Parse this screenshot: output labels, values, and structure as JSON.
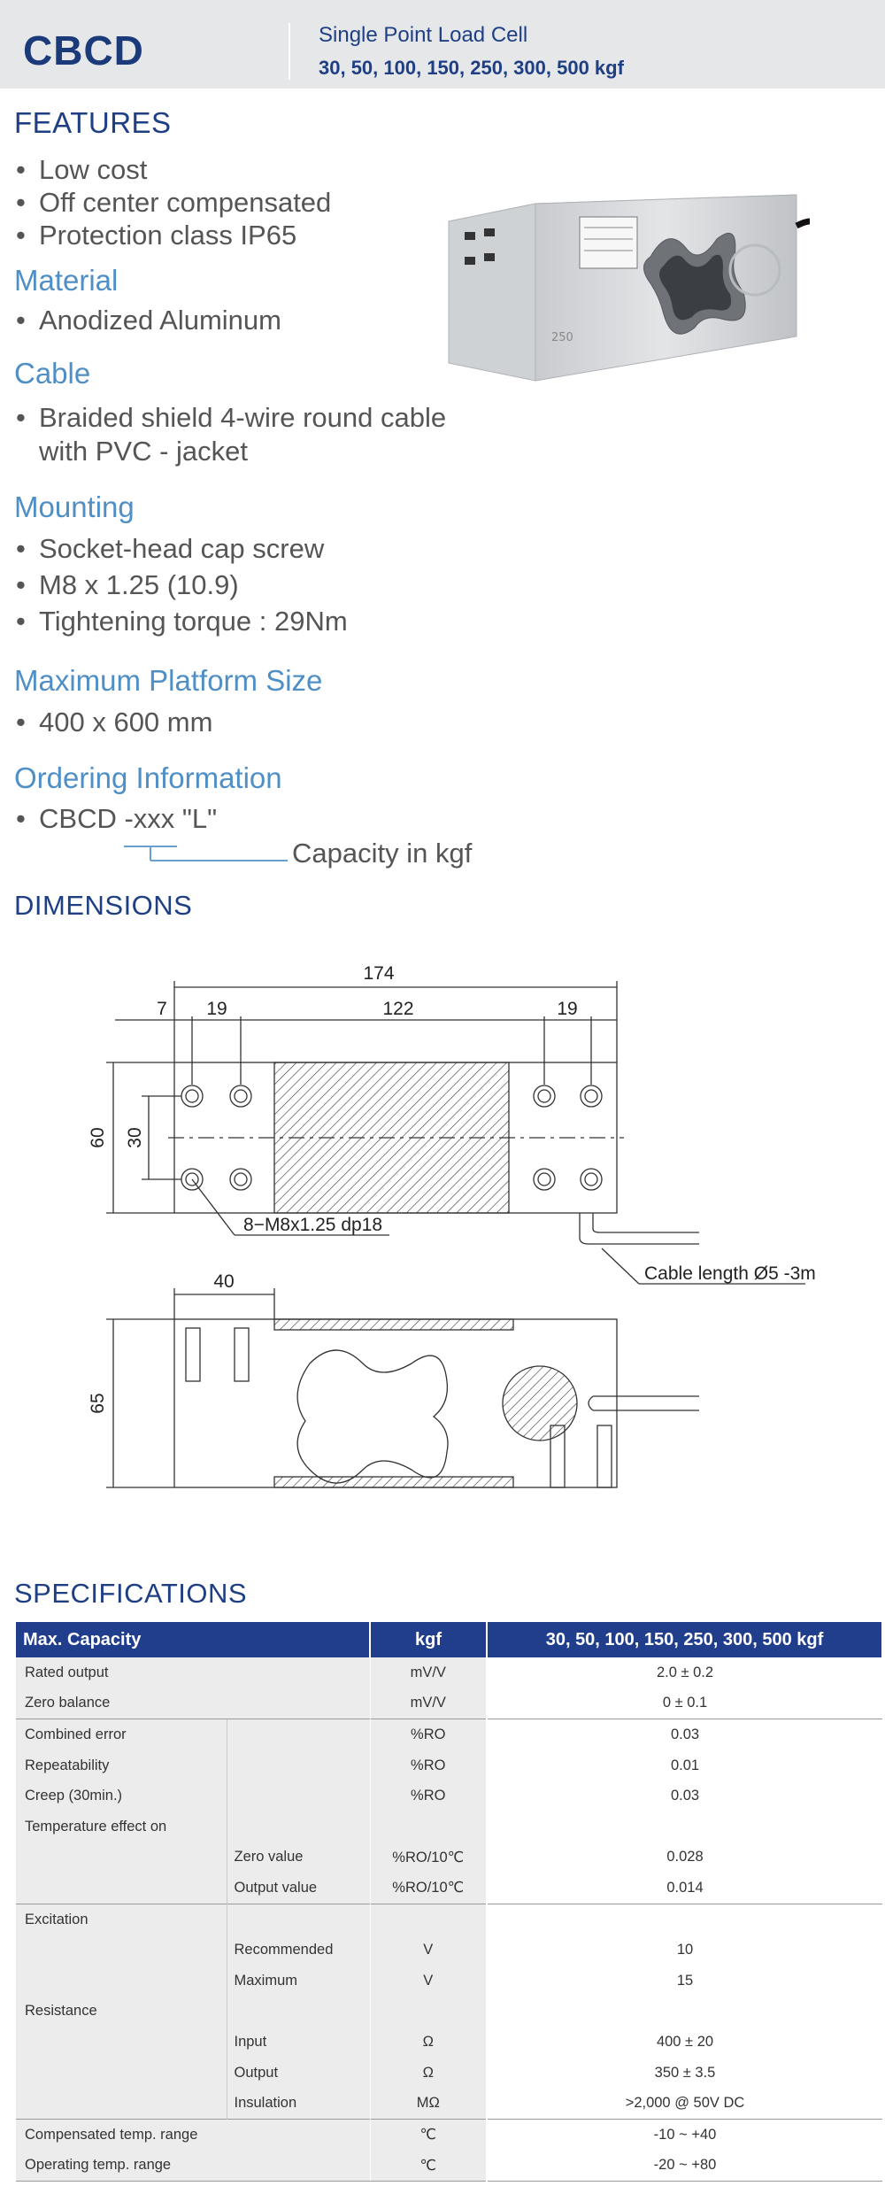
{
  "header": {
    "brand": "CBCD",
    "subtitle": "Single Point Load Cell",
    "capacities": "30, 50, 100, 150, 250, 300, 500 kgf"
  },
  "features": {
    "title": "FEATURES",
    "items": [
      "Low cost",
      "Off center compensated",
      "Protection class IP65"
    ]
  },
  "material": {
    "title": "Material",
    "items": [
      "Anodized Aluminum"
    ]
  },
  "cable": {
    "title": "Cable",
    "line1": "Braided shield 4-wire round cable",
    "line2": "with PVC - jacket"
  },
  "mounting": {
    "title": "Mounting",
    "items": [
      "Socket-head cap screw",
      "M8 x 1.25 (10.9)",
      "Tightening torque : 29Nm"
    ]
  },
  "platform": {
    "title": "Maximum Platform Size",
    "items": [
      "400 x 600 mm"
    ]
  },
  "ordering": {
    "title": "Ordering Information",
    "code": "CBCD -xxx \"L\"",
    "capacity_note": "Capacity in kgf"
  },
  "photo": {
    "plate_text": "250"
  },
  "dimensions": {
    "title": "DIMENSIONS",
    "d174": "174",
    "d7": "7",
    "d19a": "19",
    "d122": "122",
    "d19b": "19",
    "d60": "60",
    "d30": "30",
    "thread": "8−M8x1.25 dp18",
    "cable_note": "Cable length Ø5 -3m",
    "d40": "40",
    "d65": "65"
  },
  "specs": {
    "title": "SPECIFICATIONS",
    "col_capacity": "Max. Capacity",
    "col_unit": "kgf",
    "col_values": "30, 50, 100, 150, 250, 300, 500 kgf",
    "rows": [
      {
        "label": "Rated output",
        "sub": "",
        "unit": "mV/V",
        "value": "2.0 ± 0.2"
      },
      {
        "label": "Zero balance",
        "sub": "",
        "unit": "mV/V",
        "value": "0 ± 0.1"
      },
      {
        "label": "Combined error",
        "sub": "",
        "unit": "%RO",
        "value": "0.03"
      },
      {
        "label": "Repeatability",
        "sub": "",
        "unit": "%RO",
        "value": "0.01"
      },
      {
        "label": "Creep (30min.)",
        "sub": "",
        "unit": "%RO",
        "value": "0.03"
      },
      {
        "label": "Temperature effect on",
        "sub": "",
        "unit": "",
        "value": ""
      },
      {
        "label": "",
        "sub": "Zero value",
        "unit": "%RO/10℃",
        "value": "0.028"
      },
      {
        "label": "",
        "sub": "Output  value",
        "unit": "%RO/10℃",
        "value": "0.014"
      },
      {
        "label": "Excitation",
        "sub": "",
        "unit": "",
        "value": ""
      },
      {
        "label": "",
        "sub": "Recommended",
        "unit": "V",
        "value": "10"
      },
      {
        "label": "",
        "sub": "Maximum",
        "unit": "V",
        "value": "15"
      },
      {
        "label": "Resistance",
        "sub": "",
        "unit": "",
        "value": ""
      },
      {
        "label": "",
        "sub": "Input",
        "unit": "Ω",
        "value": "400 ± 20"
      },
      {
        "label": "",
        "sub": "Output",
        "unit": "Ω",
        "value": "350 ± 3.5"
      },
      {
        "label": "",
        "sub": "Insulation",
        "unit": "MΩ",
        "value": ">2,000 @ 50V DC"
      },
      {
        "label": "Compensated temp. range",
        "sub": "",
        "unit": "℃",
        "value": "-10 ~ +40"
      },
      {
        "label": "Operating temp. range",
        "sub": "",
        "unit": "℃",
        "value": "-20 ~ +80"
      }
    ]
  }
}
